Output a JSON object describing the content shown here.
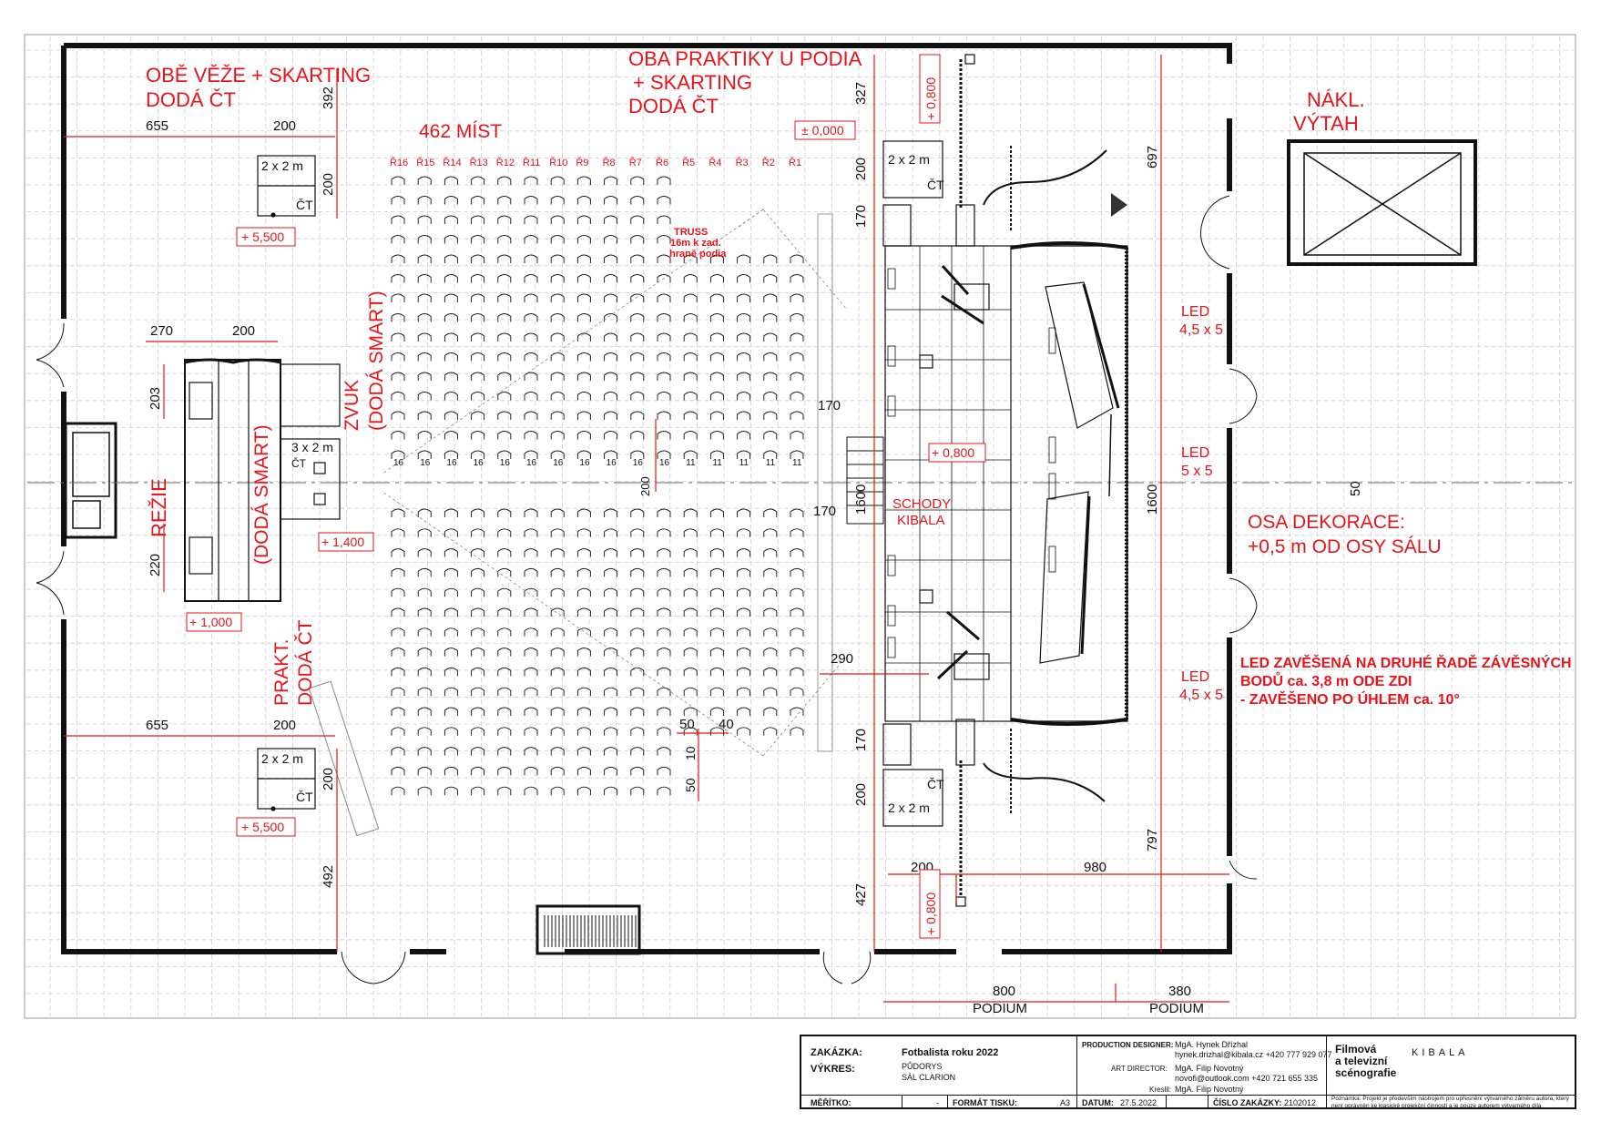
{
  "labels": {
    "towers_note": [
      "OBĚ VĚŽE + SKARTING",
      "DODÁ ČT"
    ],
    "practicals_note": [
      "OBA PRAKTIKY U PODIA",
      "+ SKARTING",
      "DODÁ ČT"
    ],
    "lift": [
      "NÁKL.",
      "VÝTAH"
    ],
    "seats": "462 MÍST",
    "truss": [
      "TRUSS",
      "16m k zad.",
      "hraně podia"
    ],
    "sound": [
      "ZVUK",
      "(DODÁ SMART)"
    ],
    "control": "REŽIE",
    "control_supplier": "(DODÁ SMART)",
    "prakt": [
      "PRAKT.",
      "DODÁ ČT"
    ],
    "stairs": [
      "SCHODY",
      "KIBALA"
    ],
    "led_top": [
      "LED",
      "4,5 x 5"
    ],
    "led_mid": [
      "LED",
      "5 x 5"
    ],
    "led_bot": [
      "LED",
      "4,5 x 5"
    ],
    "axis_note": [
      "OSA DEKORACE:",
      "+0,5 m OD OSY SÁLU"
    ],
    "led_hang_note": [
      "LED ZAVĚŠENÁ NA DRUHÉ ŘADĚ ZÁVĚSNÝCH",
      "BODŮ ca. 3,8 m ODE ZDI",
      "- ZAVĚŠENO PO ÚHLEM ca. 10°"
    ],
    "podium": "PODIUM",
    "platform": "2 x 2 m",
    "platform_ctrl": "3 x 2 m",
    "ct": "ČT"
  },
  "levels": {
    "zero": "± 0,000",
    "tower": "+ 5,500",
    "control": "+ 1,000",
    "control_cam": "+ 1,400",
    "stage": "+ 0,800",
    "side": "+ 0,800"
  },
  "rows": [
    "Ř16",
    "Ř15",
    "Ř14",
    "Ř13",
    "Ř12",
    "Ř11",
    "Ř10",
    "Ř9",
    "Ř8",
    "Ř7",
    "Ř6",
    "Ř5",
    "Ř4",
    "Ř3",
    "Ř2",
    "Ř1"
  ],
  "row_counts": [
    "16",
    "16",
    "16",
    "16",
    "16",
    "16",
    "16",
    "16",
    "16",
    "16",
    "16",
    "11",
    "11",
    "11",
    "11",
    "11"
  ],
  "dims": {
    "d655": "655",
    "d200": "200",
    "d392": "392",
    "d270": "270",
    "d203": "203",
    "d220": "220",
    "d327": "327",
    "d170": "170",
    "d1600": "1600",
    "d290": "290",
    "d50": "50",
    "d40": "40",
    "d10": "10",
    "d697": "697",
    "d797": "797",
    "d980": "980",
    "d800": "800",
    "d380": "380",
    "d492": "492",
    "d427": "427"
  },
  "title_block": {
    "zakazka_label": "ZAKÁZKA:",
    "zakazka": "Fotbalista roku 2022",
    "vykres_label": "VÝKRES:",
    "vykres": [
      "PŮDORYS",
      "SÁL CLARION"
    ],
    "meritko_label": "MĚŘÍTKO:",
    "meritko": "-",
    "format_label": "FORMÁT TISKU:",
    "format": "A3",
    "pd_label": "PRODUCTION DESIGNER:",
    "pd": [
      "MgA. Hynek Dřízhal",
      "hynek.drizhal@kibala.cz +420 777 929 077"
    ],
    "ad_label": "ART DIRECTOR:",
    "ad": [
      "MgA. Filip Novotný",
      "novofi@outlook.com +420 721 655 335"
    ],
    "kreslil_label": "Kreslil:",
    "kreslil": "MgA. Filip Novotný",
    "datum_label": "DATUM:",
    "datum": "27.5.2022",
    "cislo_label": "ČÍSLO ZAKÁZKY:",
    "cislo": "2102012",
    "school": [
      "Filmová",
      "a televizní",
      "scénografie"
    ],
    "brand": "KIBALA",
    "note": "Poznámka: Projekt je především nástrojem pro upřesnění výtvarného záměru autora, který není oprávněn ke klasické projekční činnosti a je pouze autorem výtvarného díla"
  },
  "colors": {
    "accent": "#e8141c",
    "line": "#111111",
    "grid": "#cfcfcf"
  }
}
